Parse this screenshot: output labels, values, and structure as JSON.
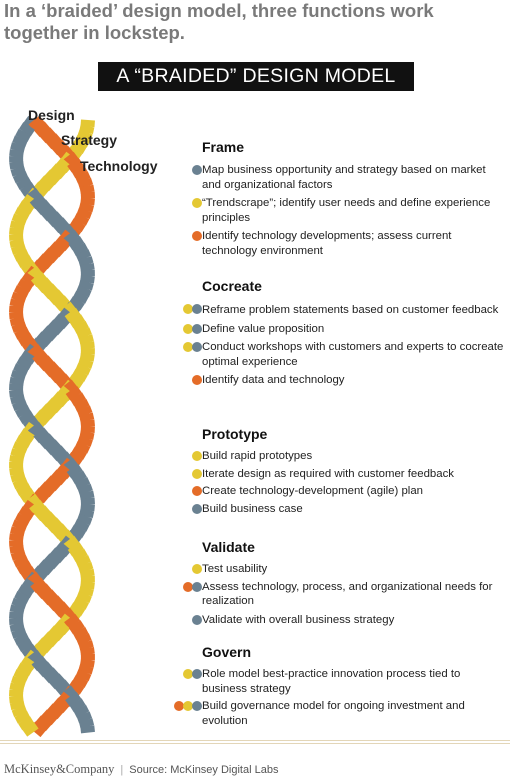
{
  "headline": "In a ‘braided’ design model, three functions work together in lockstep.",
  "banner": "A “BRAIDED” DESIGN MODEL",
  "strands": [
    {
      "label": "Design",
      "color": "#e4c833"
    },
    {
      "label": "Strategy",
      "color": "#6a8191"
    },
    {
      "label": "Technology",
      "color": "#e46c28"
    }
  ],
  "dot_colors": {
    "strategy": "#6a8191",
    "design": "#e4c833",
    "technology": "#e46c28"
  },
  "sections": [
    {
      "title": "Frame",
      "items": [
        {
          "text": "Map business opportunity and strategy based on market and organizational factors",
          "dots": [
            "strategy"
          ]
        },
        {
          "text": "“Trendscrape”; identify user needs and define experience principles",
          "dots": [
            "design"
          ]
        },
        {
          "text": "Identify technology developments; assess current technology environment",
          "dots": [
            "technology"
          ]
        }
      ]
    },
    {
      "title": "Cocreate",
      "items": [
        {
          "text": "Reframe problem statements based on customer feedback",
          "dots": [
            "design",
            "strategy"
          ]
        },
        {
          "text": "Define value proposition",
          "dots": [
            "design",
            "strategy"
          ]
        },
        {
          "text": "Conduct workshops with customers and experts to cocreate optimal experience",
          "dots": [
            "design",
            "strategy"
          ]
        },
        {
          "text": "Identify data and technology",
          "dots": [
            "technology"
          ]
        }
      ]
    },
    {
      "title": "Prototype",
      "items": [
        {
          "text": "Build rapid prototypes",
          "dots": [
            "design"
          ]
        },
        {
          "text": "Iterate design as required with customer feedback",
          "dots": [
            "design"
          ]
        },
        {
          "text": "Create technology-development (agile) plan",
          "dots": [
            "technology"
          ]
        },
        {
          "text": "Build business case",
          "dots": [
            "strategy"
          ]
        }
      ]
    },
    {
      "title": "Validate",
      "items": [
        {
          "text": "Test usability",
          "dots": [
            "design"
          ]
        },
        {
          "text": "Assess technology, process, and organizational needs for realization",
          "dots": [
            "technology",
            "strategy"
          ]
        },
        {
          "text": "Validate with overall business strategy",
          "dots": [
            "strategy"
          ]
        }
      ]
    },
    {
      "title": "Govern",
      "items": [
        {
          "text": "Role model best-practice innovation process tied to business strategy",
          "dots": [
            "design",
            "strategy"
          ]
        },
        {
          "text": "Build governance model for ongoing investment and evolution",
          "dots": [
            "technology",
            "design",
            "strategy"
          ]
        }
      ]
    }
  ],
  "footer": {
    "brand": "McKinsey&Company",
    "separator": "|",
    "source": "Source: McKinsey Digital Labs"
  }
}
